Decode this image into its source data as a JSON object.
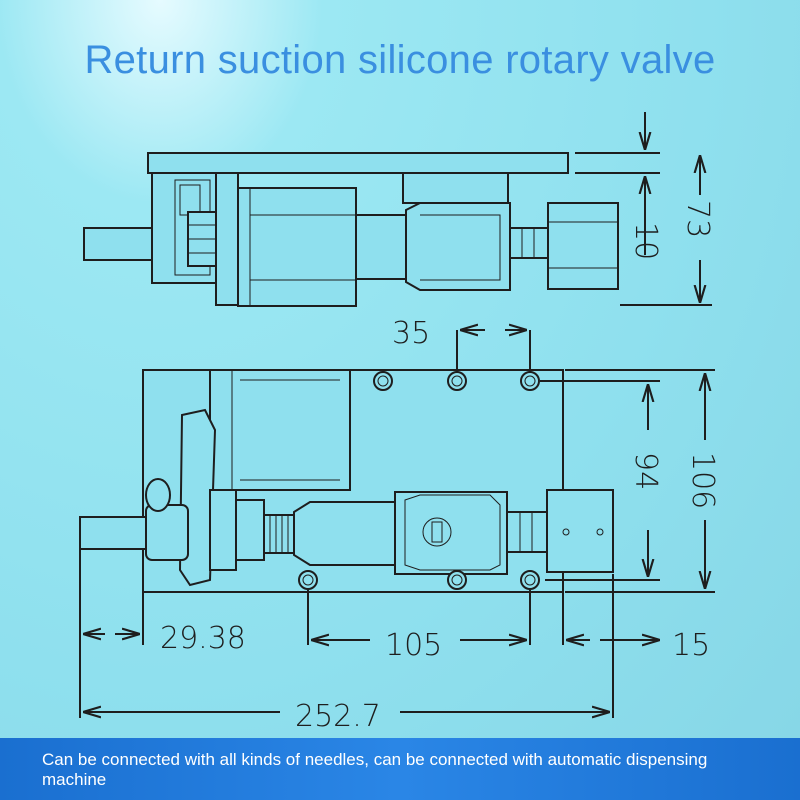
{
  "title": "Return suction silicone rotary valve",
  "footer": "Can be connected with all kinds of needles, can be connected with automatic dispensing machine",
  "dimensions": {
    "d10": "10",
    "d73": "73",
    "d35": "35",
    "d94": "94",
    "d106": "106",
    "d29_38": "29.38",
    "d105": "105",
    "d15": "15",
    "d252_7": "252.7"
  },
  "colors": {
    "background": "#8fe0ee",
    "title": "#3a8fe0",
    "footer_band": "#1a6fd0",
    "lines": "#1e1e1e"
  }
}
